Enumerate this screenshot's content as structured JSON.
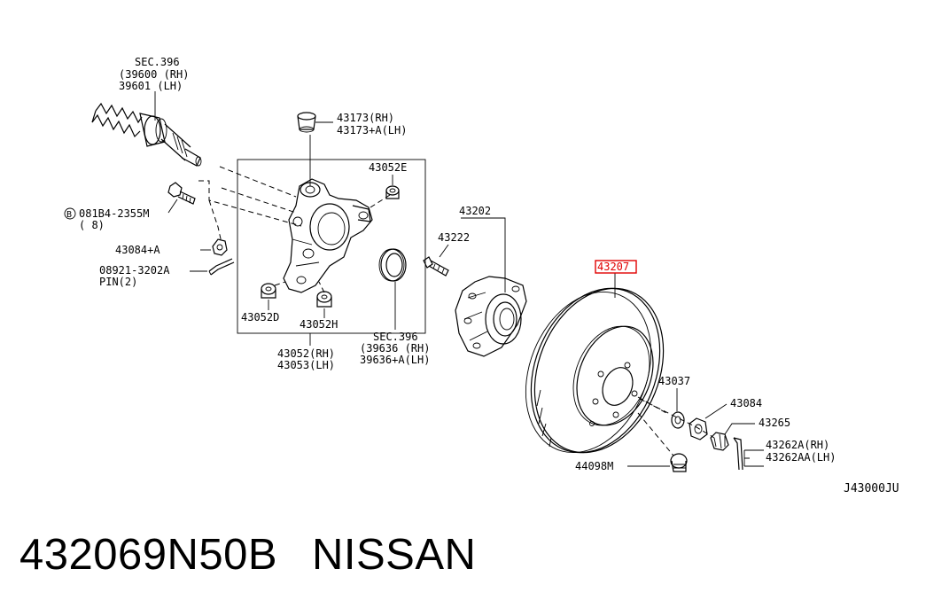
{
  "diagram": {
    "drawing_code": "J43000JU",
    "labels": {
      "sec396_drive": "SEC.396",
      "p39600": "(39600 (RH)",
      "p39601": " 39601 (LH)",
      "p43173": "43173(RH)",
      "p43173a": "43173+A(LH)",
      "p43052e": "43052E",
      "bolt_code": "081B4-2355M",
      "bolt_qty": "( 8)",
      "bolt_marker": "B",
      "p43084a": "43084+A",
      "p08921": "08921-3202A",
      "pin2": "PIN(2)",
      "p43052d": "43052D",
      "p43052h": "43052H",
      "p43052rh": "43052(RH)",
      "p43053lh": "43053(LH)",
      "p43202": "43202",
      "p43222": "43222",
      "sec396_hub": "SEC.396",
      "p39636": "(39636  (RH)",
      "p39636a": " 39636+A(LH)",
      "p43207": "43207",
      "p43037": "43037",
      "p43084": "43084",
      "p43265": "43265",
      "p43262a": "43262A(RH)",
      "p43262aa": "43262AA(LH)",
      "p44098m": "44098M"
    },
    "highlight_color": "#e00000"
  },
  "caption": {
    "part_number": "432069N50B",
    "brand": "NISSAN"
  }
}
